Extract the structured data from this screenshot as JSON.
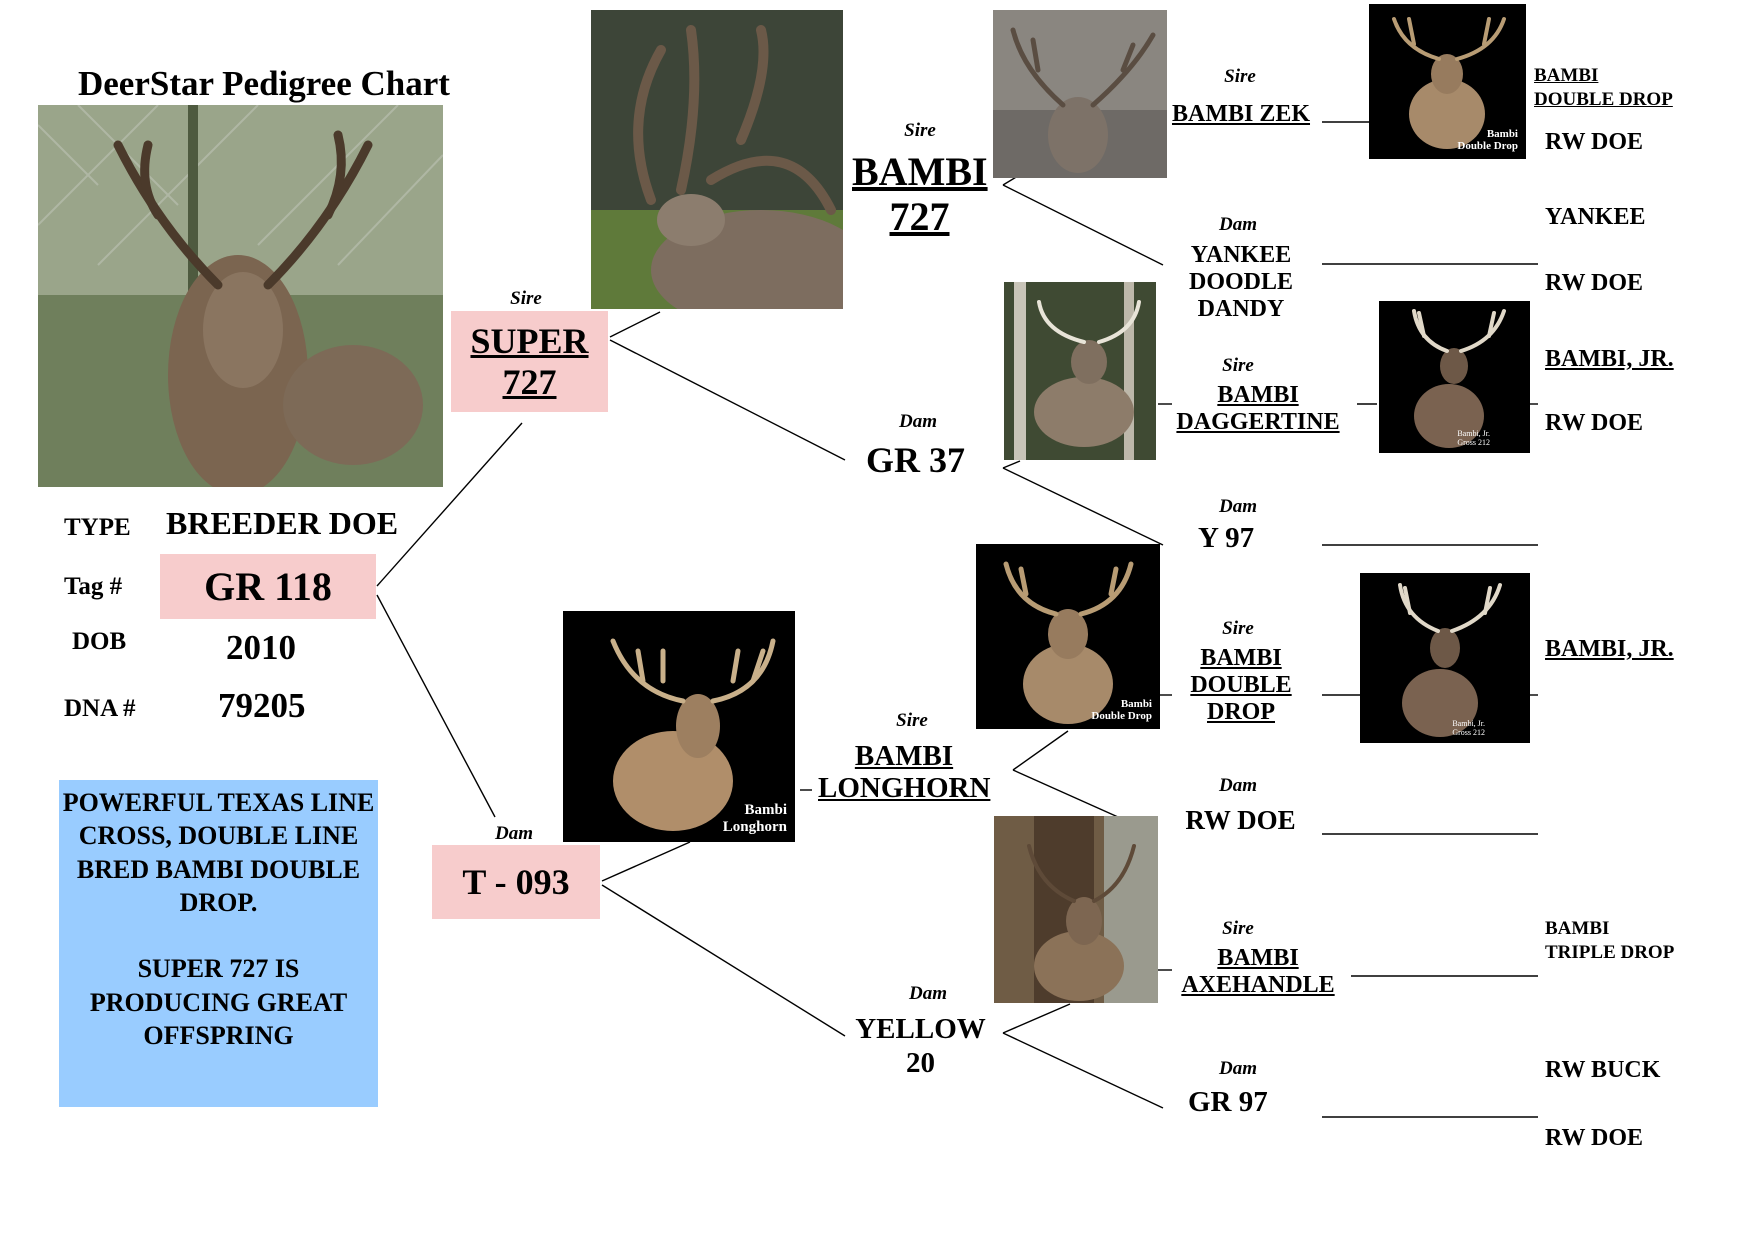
{
  "title": "DeerStar Pedigree Chart",
  "subject": {
    "type_label": "TYPE",
    "type_value": "BREEDER DOE",
    "tag_label": "Tag #",
    "tag_value": "GR 118",
    "dob_label": "DOB",
    "dob_value": "2010",
    "dna_label": "DNA #",
    "dna_value": "79205"
  },
  "description": "POWERFUL TEXAS LINE CROSS, DOUBLE LINE BRED BAMBI DOUBLE DROP.\n\nSUPER 727 IS PRODUCING GREAT OFFSPRING",
  "colors": {
    "highlight": "#f7cccc",
    "note_box": "#99ccff"
  },
  "roles": {
    "sire": "Sire",
    "dam": "Dam"
  },
  "gen1": {
    "sire": "SUPER\n727",
    "dam": "T - 093"
  },
  "gen2": {
    "sire_sire": "BAMBI\n727",
    "sire_dam": "GR 37",
    "dam_sire": "BAMBI\nLONGHORN",
    "dam_dam": "YELLOW\n20"
  },
  "gen3": {
    "a_sire": "BAMBI ZEK",
    "a_dam": "YANKEE\nDOODLE\nDANDY",
    "b_sire": "BAMBI\nDAGGERTINE",
    "b_dam": "Y 97",
    "c_sire": "BAMBI\nDOUBLE\nDROP",
    "c_dam": "RW DOE",
    "d_sire": "BAMBI\nAXEHANDLE",
    "d_dam": "GR 97"
  },
  "gen4": {
    "n1": "BAMBI\nDOUBLE DROP",
    "n2": "RW DOE",
    "n3": "YANKEE",
    "n4": "RW DOE",
    "n5": "BAMBI, JR.",
    "n6": "RW DOE",
    "n7": "BAMBI, JR.",
    "n8": "BAMBI\nTRIPLE DROP",
    "n9": "RW BUCK",
    "n10": "RW DOE"
  },
  "photo_captions": {
    "double_drop_1": "Bambi\nDouble Drop",
    "bambi_jr_1": "Bambi, Jr.\nGross 212",
    "double_drop_2": "Bambi\nDouble Drop",
    "bambi_jr_2": "Bambi, Jr.\nGross 212",
    "longhorn": "Bambi\nLonghorn"
  }
}
